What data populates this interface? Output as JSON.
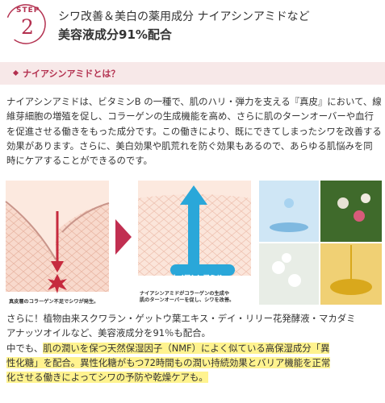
{
  "step": {
    "word": "STEP",
    "number": "2"
  },
  "header": {
    "line1": "シワ改善＆美白の薬用成分 ナイアシンアミドなど",
    "line2": "美容液成分91%配合"
  },
  "question": {
    "title": "ナイアシンアミドとは？"
  },
  "paragraph1": "ナイアシンアミドは、ビタミンB の一種で、肌のハリ・弾力を支える『真皮』において、線維芽細胞の増殖を促し、コラーゲンの生成機能を高め、さらに肌のターンオーバーや血行を促進させる働きをもった成分です。この働きにより、既にできてしまったシワを改善する効果があります。さらに、美白効果や肌荒れを防ぐ効果もあるので、あらゆる肌悩みを同時にケアすることができるのです。",
  "illustration": {
    "caption_left": "真皮層のコラーゲン不足でシワが発生。",
    "caption_right_1": "ナイアシンアミドがコラーゲンの生成や",
    "caption_right_2": "肌のターンオーバーを促し、シワを改善。",
    "arrow_label": "ナイアシンアミド"
  },
  "paragraph2": {
    "line1": "さらに！植物由来スクワラン・ゲットウ葉エキス・デイ・リリー花発酵液・マカダミ",
    "line2": "アナッツオイルなど、美容液成分を91％も配合。",
    "line3_plain": "中でも、",
    "line3_hl": "肌の潤いを保つ天然保湿因子（NMF）によく似ている高保湿成分「異",
    "line4_hl": "性化糖」を配合。異性化糖がもつ72時間もの潤い持続効果とバリア機能を正常",
    "line5_hl": "化させる働きによってシワの予防や乾燥ケアも。"
  },
  "colors": {
    "accent": "#b3304f",
    "band": "#f7e8e8",
    "highlight": "#fff38f"
  }
}
